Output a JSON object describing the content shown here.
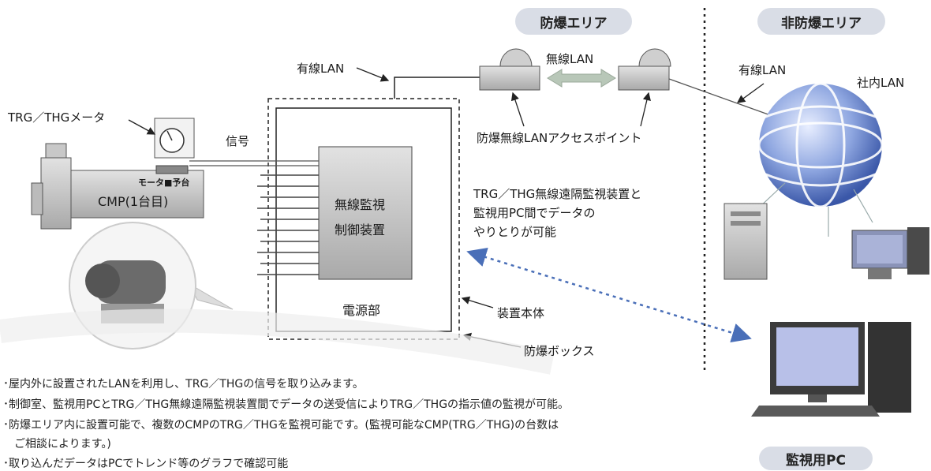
{
  "areas": {
    "explosion_proof": "防爆エリア",
    "non_explosion_proof": "非防爆エリア"
  },
  "labels": {
    "wired_lan_left": "有線LAN",
    "wireless_lan": "無線LAN",
    "wired_lan_right": "有線LAN",
    "corporate_lan": "社内LAN",
    "meter": "TRG／THGメータ",
    "signal": "信号",
    "motor_base": "モータ■予台",
    "cmp": "CMP(1台目)",
    "controller_line1": "無線監視",
    "controller_line2": "制御装置",
    "power_unit": "電源部",
    "access_point": "防爆無線LANアクセスポイント",
    "device_body": "装置本体",
    "explosion_box": "防爆ボックス",
    "monitor_pc": "監視用PC",
    "exchange_note": [
      "TRG／THG無線遠隔監視装置と",
      "監視用PC間でデータの",
      "やりとりが可能"
    ]
  },
  "bullets": [
    "･屋内外に設置されたLANを利用し、TRG／THGの信号を取り込みます。",
    "･制御室、監視用PCとTRG／THG無線遠隔監視装置間でデータの送受信によりTRG／THGの指示値の監視が可能。",
    "･防爆エリア内に設置可能で、複数のCMPのTRG／THGを監視可能です。(監視可能なCMP(TRG／THG)の台数は",
    "ご相談によります。)",
    "･取り込んだデータはPCでトレンド等のグラフで確認可能"
  ],
  "colors": {
    "pill": "#d9dde6",
    "globe": "#7f96d6",
    "dotted_arrow": "#4a6fb8",
    "box_fill": "#cfcfcf"
  }
}
